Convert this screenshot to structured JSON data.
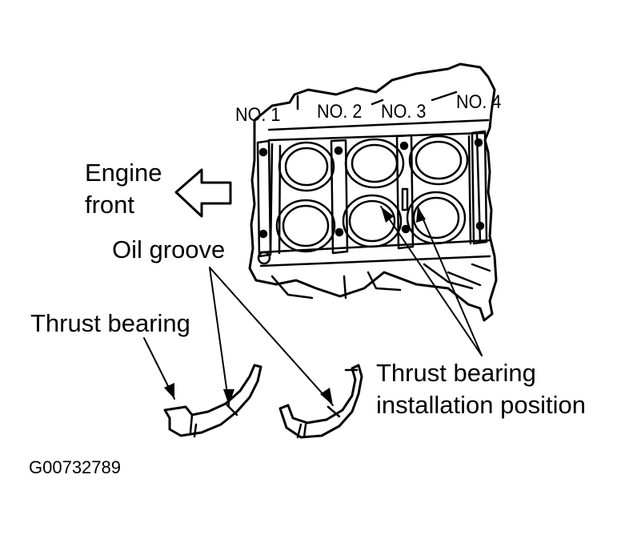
{
  "cylinder_labels": [
    "NO. 1",
    "NO. 2",
    "NO. 3",
    "NO. 4"
  ],
  "labels": {
    "engine_front_line1": "Engine",
    "engine_front_line2": "front",
    "oil_groove": "Oil groove",
    "thrust_bearing": "Thrust bearing",
    "install_position_line1": "Thrust bearing",
    "install_position_line2": "installation position"
  },
  "figure_code": "G00732789",
  "colors": {
    "ink": "#000000",
    "paper": "#ffffff"
  }
}
